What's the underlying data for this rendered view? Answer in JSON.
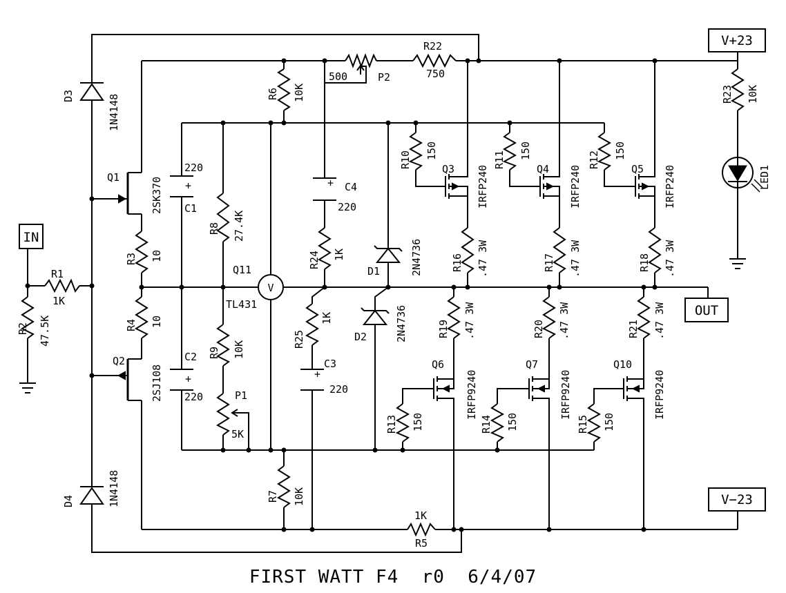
{
  "title": "FIRST WATT F4  r0  6/4/07",
  "ports": {
    "in": "IN",
    "out": "OUT",
    "vplus": "V+23",
    "vminus": "V−23"
  },
  "components": {
    "D3": {
      "ref": "D3",
      "value": "1N4148"
    },
    "D4": {
      "ref": "D4",
      "value": "1N4148"
    },
    "Q1": {
      "ref": "Q1",
      "value": "2SK370"
    },
    "Q2": {
      "ref": "Q2",
      "value": "2SJ108"
    },
    "C1": {
      "ref": "C1",
      "value": "220"
    },
    "C2": {
      "ref": "C2",
      "value": "220"
    },
    "C3": {
      "ref": "C3",
      "value": "220"
    },
    "C4": {
      "ref": "C4",
      "value": "220"
    },
    "R1": {
      "ref": "R1",
      "value": "1K"
    },
    "R2": {
      "ref": "R2",
      "value": "47.5K"
    },
    "R3": {
      "ref": "R3",
      "value": "10"
    },
    "R4": {
      "ref": "R4",
      "value": "10"
    },
    "R5": {
      "ref": "R5",
      "value": "1K"
    },
    "R6": {
      "ref": "R6",
      "value": "10K"
    },
    "R7": {
      "ref": "R7",
      "value": "10K"
    },
    "R8": {
      "ref": "R8",
      "value": "27.4K"
    },
    "R9": {
      "ref": "R9",
      "value": "10K"
    },
    "R10": {
      "ref": "R10",
      "value": "150"
    },
    "R11": {
      "ref": "R11",
      "value": "150"
    },
    "R12": {
      "ref": "R12",
      "value": "150"
    },
    "R13": {
      "ref": "R13",
      "value": "150"
    },
    "R14": {
      "ref": "R14",
      "value": "150"
    },
    "R15": {
      "ref": "R15",
      "value": "150"
    },
    "R16": {
      "ref": "R16",
      "value": ".47 3W"
    },
    "R17": {
      "ref": "R17",
      "value": ".47 3W"
    },
    "R18": {
      "ref": "R18",
      "value": ".47 3W"
    },
    "R19": {
      "ref": "R19",
      "value": ".47 3W"
    },
    "R20": {
      "ref": "R20",
      "value": ".47 3W"
    },
    "R21": {
      "ref": "R21",
      "value": ".47 3W"
    },
    "R22": {
      "ref": "R22",
      "value": "750"
    },
    "R23": {
      "ref": "R23",
      "value": "10K"
    },
    "R24": {
      "ref": "R24",
      "value": "1K"
    },
    "R25": {
      "ref": "R25",
      "value": "1K"
    },
    "P1": {
      "ref": "P1",
      "value": "5K"
    },
    "P2": {
      "ref": "P2",
      "value": "500"
    },
    "Q11": {
      "ref": "Q11",
      "value": "TL431",
      "symbol": "V"
    },
    "D1": {
      "ref": "D1",
      "value": "2N4736"
    },
    "D2": {
      "ref": "D2",
      "value": "2N4736"
    },
    "Q3": {
      "ref": "Q3",
      "value": "IRFP240"
    },
    "Q4": {
      "ref": "Q4",
      "value": "IRFP240"
    },
    "Q5": {
      "ref": "Q5",
      "value": "IRFP240"
    },
    "Q6": {
      "ref": "Q6",
      "value": "IRFP9240"
    },
    "Q7": {
      "ref": "Q7",
      "value": "IRFP9240"
    },
    "Q10": {
      "ref": "Q10",
      "value": "IRFP9240"
    },
    "LED1": {
      "ref": "LED1"
    }
  }
}
